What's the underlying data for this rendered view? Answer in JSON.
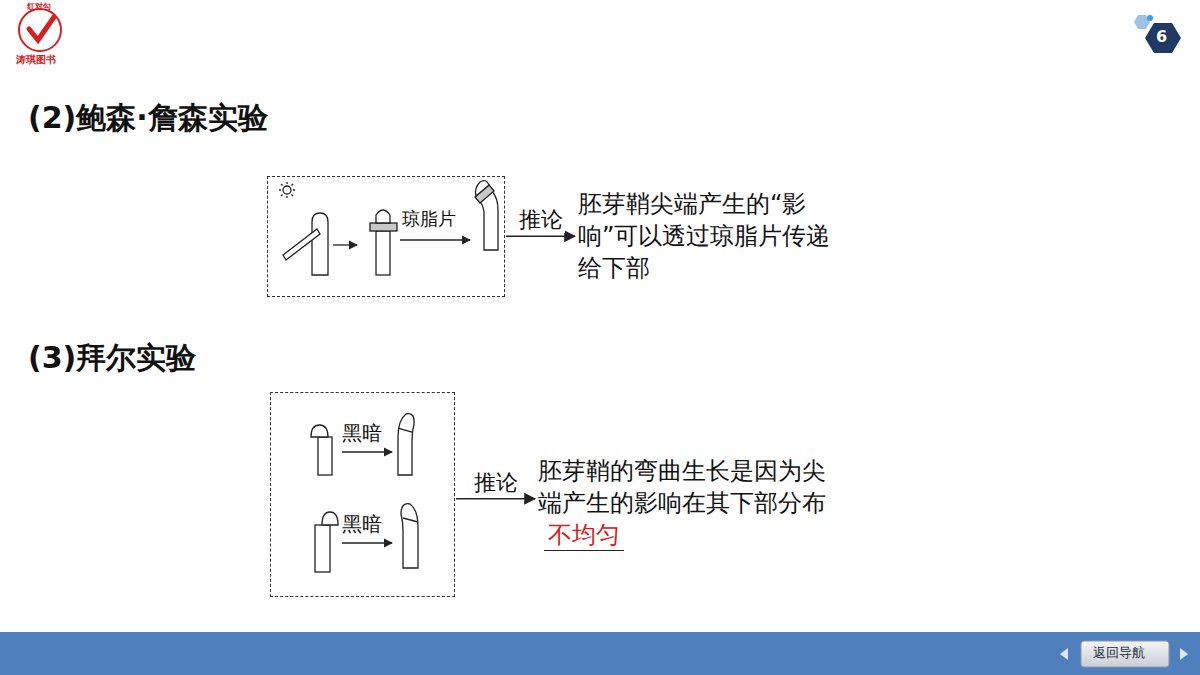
{
  "diagram": {
    "nodes": [
      {
        "text": [
          "琼脂片"
        ]
      },
      {
        "text": [
          "胚芽鞘尖端产生的“影响”可以透过琼脂片传递给下部"
        ]
      },
      {
        "text": [
          "黑暗",
          "黑暗"
        ]
      },
      {
        "text": [
          "胚芽鞘的弯曲生长是因为尖端产生的影响在其下部分布",
          "不均匀"
        ]
      }
    ],
    "edges": [
      {
        "from": 0,
        "to": 1,
        "arrow": "to",
        "label": "推论"
      },
      {
        "from": 2,
        "to": 3,
        "arrow": "to",
        "label": "推论"
      }
    ],
    "labels": [
      "红对勾",
      "涛琪图书",
      "6",
      "(2)鲍森·詹森实验",
      "(3)拜尔实验",
      "返回导航"
    ]
  }
}
